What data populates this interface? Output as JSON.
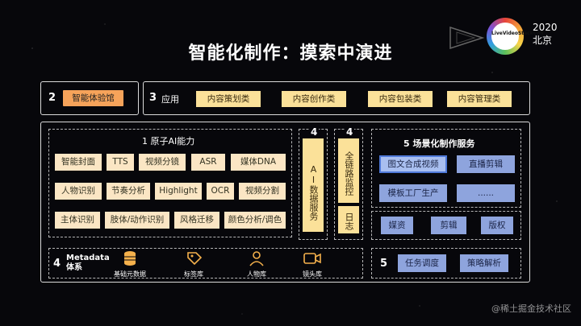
{
  "header": {
    "title": "智能化制作：摸索中演进",
    "logo_text": "LiveVideoStackCon",
    "year": "2020",
    "city": "北京"
  },
  "row1": {
    "experience": {
      "num": "2",
      "label": "智能体验馆"
    },
    "apps": {
      "num": "3",
      "title": "应用",
      "items": [
        "内容策划类",
        "内容创作类",
        "内容包装类",
        "内容管理类"
      ]
    }
  },
  "atomic": {
    "title": "1  原子AI能力",
    "rows": [
      [
        "智能封面",
        "TTS",
        "视频分镜",
        "ASR",
        "媒体DNA"
      ],
      [
        "人物识别",
        "节奏分析",
        "Highlight",
        "OCR",
        "视频分割"
      ],
      [
        "主体识别",
        "肢体/动作识别",
        "风格迁移",
        "颜色分析/调色"
      ]
    ]
  },
  "ai_data": {
    "num": "4",
    "label": "AI数据服务"
  },
  "monitor": {
    "num": "4",
    "label": "全链路监控",
    "log": "日志"
  },
  "scene": {
    "title": "5  场景化制作服务",
    "items": [
      "图文合成视频",
      "直播剪辑",
      "模板工厂生产",
      "......"
    ],
    "sub": [
      "媒资",
      "剪辑",
      "版权"
    ]
  },
  "metadata": {
    "num": "4",
    "title_line1": "Metadata",
    "title_line2": "体系",
    "items": [
      {
        "icon": "database-icon",
        "label": "基础元数据"
      },
      {
        "icon": "tag-icon",
        "label": "标签库"
      },
      {
        "icon": "person-icon",
        "label": "人物库"
      },
      {
        "icon": "camera-icon",
        "label": "镜头库"
      }
    ]
  },
  "scheduler": {
    "num": "5",
    "items": [
      "任务调度",
      "策略解析"
    ]
  },
  "watermark": "@稀土掘金技术社区"
}
